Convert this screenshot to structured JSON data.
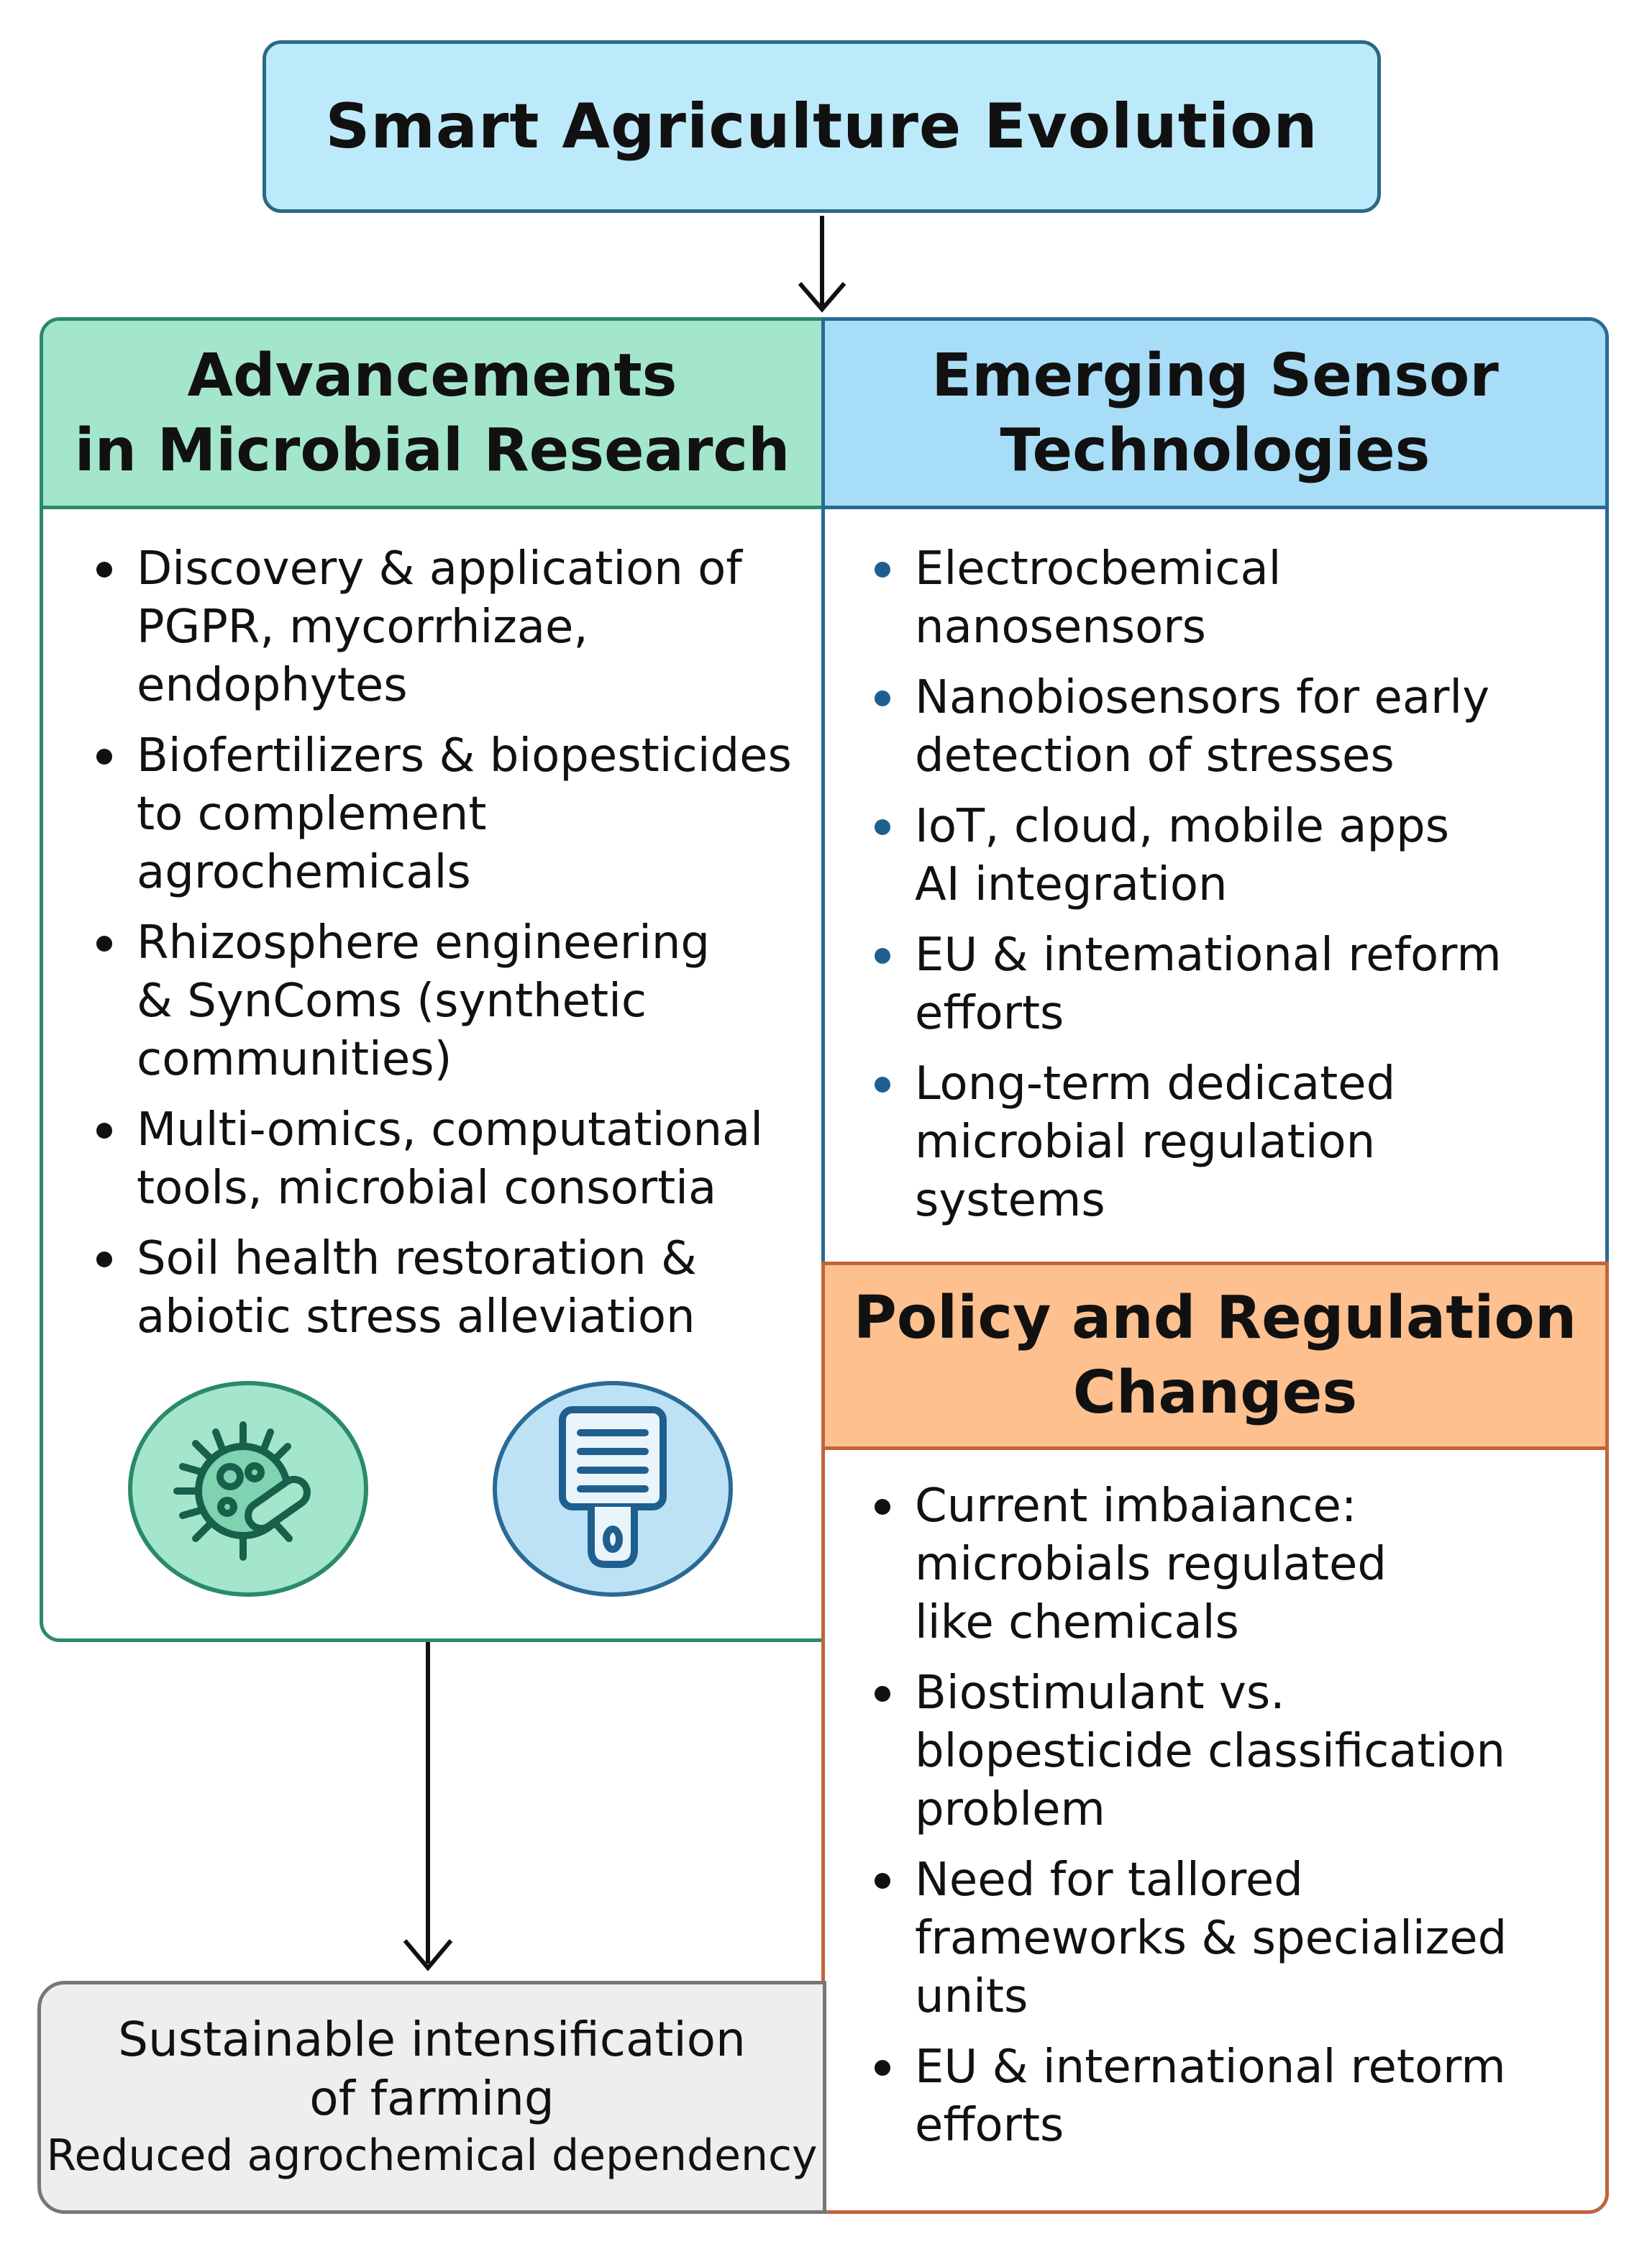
{
  "title": "Smart Agriculture Evolution",
  "microbial": {
    "header": "Advancements\nin Microbial Research",
    "items": [
      "Discovery & application of\nPGPR, mycorrhizae,\nendophytes",
      "Biofertilizers & biopesticides\nto complement\nagrochemicals",
      "Rhizosphere engineering\n& SynComs (synthetic\ncommunities)",
      "Multi-omics, computational\ntools, microbial consortia",
      "Soil health restoration &\nabiotic stress alleviation"
    ],
    "icons": [
      "microbe-icon",
      "sensor-device-icon"
    ]
  },
  "sensor": {
    "header": "Emerging Sensor\nTechnologies",
    "items": [
      "Electrocbemical\nnanosensors",
      "Nanobiosensors for early\ndetection of stresses",
      "IoT, cloud, mobile apps\nAI integration",
      "EU & intemational reform\nefforts",
      "Long-term dedicated\nmicrobial regulation\nsystems"
    ]
  },
  "policy": {
    "header": "Policy and Regulation\nChanges",
    "items": [
      "Current imbaiance:\nmicrobials regulated\nlike chemicals",
      "Biostimulant vs.\nblopesticide classification\nproblem",
      "Need for tallored\nframeworks & specialized\nunits",
      "EU & international retorm\nefforts"
    ]
  },
  "outcome": {
    "line1": "Sustainable intensification",
    "line2": "of farming",
    "sub": "Reduced agrochemical dependency"
  },
  "colors": {
    "title_fill": "#bdeafb",
    "microbial_fill": "#a4e6cb",
    "sensor_fill": "#a8ddf7",
    "policy_fill": "#fdc08e",
    "outcome_fill": "#eeeeee"
  }
}
